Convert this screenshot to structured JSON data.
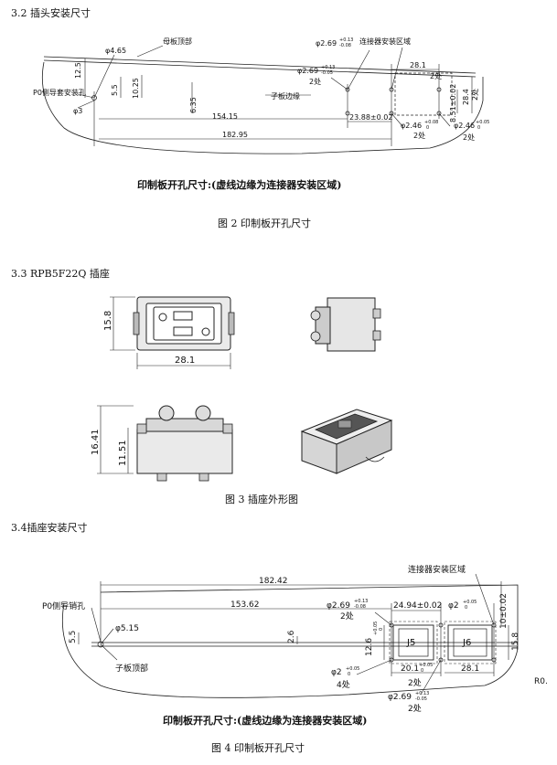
{
  "section_32": {
    "heading": "3.2 插头安装尺寸",
    "dims": {
      "d465": "φ4.65",
      "board_top": "母板顶部",
      "d269a": "φ2.69",
      "d269a_tol_up": "+0.13",
      "d269a_tol_dn": "-0.08",
      "connector_area": "连接器安装区域",
      "d125": "12.5",
      "d269b": "φ2.69",
      "d269b_tol_up": "+0.13",
      "d269b_tol_dn": "-0.05",
      "two_a": "2处",
      "d281": "28.1",
      "p0_hole": "P0侧导套安装孔",
      "d55": "5.5",
      "d1025": "10.25",
      "two_b": "2处",
      "sub_edge": "子板边缘",
      "d284": "28.4",
      "two_c": "2处",
      "d635": "6.35",
      "d3": "φ3",
      "d2388": "23.88±0.02",
      "d851": "8.51±0.02",
      "d154": "154.15",
      "d246a": "φ2.46",
      "d246a_tol_up": "+0.08",
      "d246a_tol_dn": "0",
      "d246b": "φ2.46",
      "d246b_tol_up": "+0.05",
      "d246b_tol_dn": "0",
      "two_d": "2处",
      "two_e": "2处",
      "d18295": "182.95"
    },
    "note": "印制板开孔尺寸:(虚线边缘为连接器安装区域)",
    "caption": "图 2 印制板开孔尺寸"
  },
  "section_33": {
    "heading": "3.3 RPB5F22Q 插座",
    "dims": {
      "d158": "15.8",
      "d281": "28.1",
      "d1641": "16.41",
      "d1151": "11.51"
    },
    "caption": "图 3 插座外形图"
  },
  "section_34": {
    "heading": "3.4插座安装尺寸",
    "dims": {
      "connector_area": "连接器安装区域",
      "d18242": "182.42",
      "p0_pin": "P0侧导销孔",
      "d15362": "153.62",
      "d269a": "φ2.69",
      "d269a_tol_up": "+0.13",
      "d269a_tol_dn": "-0.08",
      "two_a": "2处",
      "d2494": "24.94±0.02",
      "d2": "φ2",
      "d2_tol_up": "+0.05",
      "d2_tol_dn": "0",
      "d10": "10±0.02",
      "d515": "φ5.15",
      "d55": "5.5",
      "d26": "2.6",
      "d126": "12.6",
      "d126_tol_up": "+0.05",
      "d126_tol_dn": "0",
      "j5": "J5",
      "j6": "J6",
      "d158": "15.8",
      "sub_top": "子板顶部",
      "d2b": "φ2",
      "d2b_tol_up": "+0.05",
      "d2b_tol_dn": "0",
      "d201": "20.1",
      "d201_tol_up": "+0.05",
      "d201_tol_dn": "0",
      "d281": "28.1",
      "r0": "R0.",
      "four": "4处",
      "two_b": "2处",
      "d269b": "φ2.69",
      "d269b_tol_up": "+0.13",
      "d269b_tol_dn": "-0.05",
      "two_c": "2处"
    },
    "note": "印制板开孔尺寸:(虚线边缘为连接器安装区域)",
    "caption": "图 4 印制板开孔尺寸"
  }
}
